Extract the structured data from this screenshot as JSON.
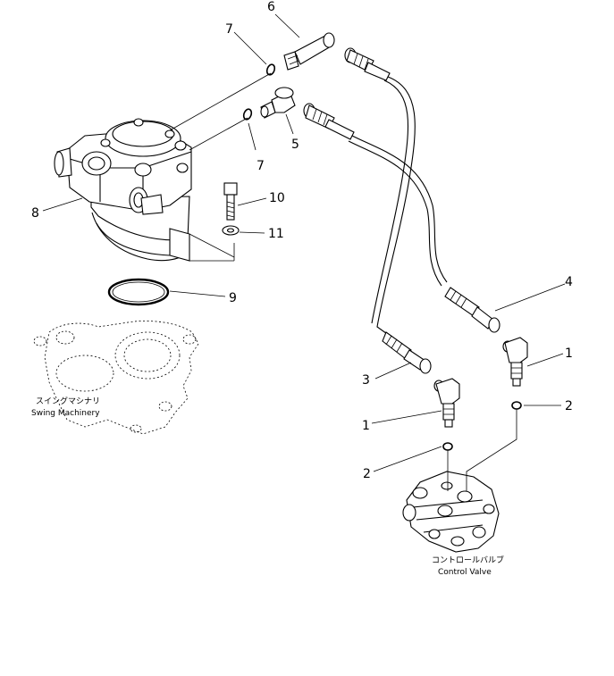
{
  "parts": {
    "p1a": "1",
    "p1b": "1",
    "p2a": "2",
    "p2b": "2",
    "p3": "3",
    "p4": "4",
    "p5": "5",
    "p6": "6",
    "p7a": "7",
    "p7b": "7",
    "p8": "8",
    "p9": "9",
    "p10": "10",
    "p11": "11"
  },
  "labels": {
    "swing_machinery_jp": "スイングマシナリ",
    "swing_machinery_en": "Swing Machinery",
    "control_valve_jp": "コントロールバルブ",
    "control_valve_en": "Control Valve"
  }
}
